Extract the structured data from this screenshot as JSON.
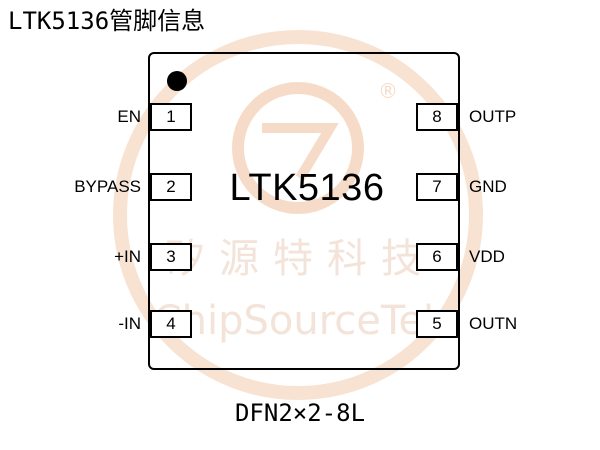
{
  "title": "LTK5136管脚信息",
  "part_number": "LTK5136",
  "package": "DFN2×2-8L",
  "watermark": {
    "cn_text": "矽源特科技",
    "en_text": "ChipSourceTek",
    "reg_mark": "®",
    "color": "#f6dcc8"
  },
  "pins": {
    "left": [
      {
        "number": "1",
        "name": "EN"
      },
      {
        "number": "2",
        "name": "BYPASS"
      },
      {
        "number": "3",
        "name": "+IN"
      },
      {
        "number": "4",
        "name": "-IN"
      }
    ],
    "right": [
      {
        "number": "8",
        "name": "OUTP"
      },
      {
        "number": "7",
        "name": "GND"
      },
      {
        "number": "6",
        "name": "VDD"
      },
      {
        "number": "5",
        "name": "OUTN"
      }
    ]
  }
}
